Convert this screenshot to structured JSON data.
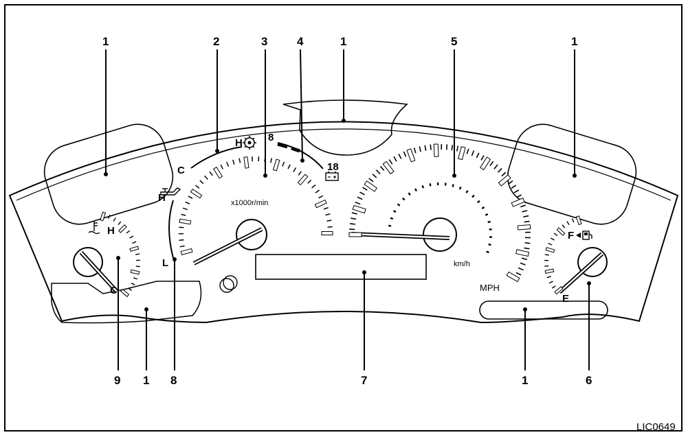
{
  "figure_code": "LIC0649",
  "callouts": {
    "top_left": "1",
    "n2": "2",
    "n3": "3",
    "n4": "4",
    "top_center": "1",
    "n5": "5",
    "top_right": "1",
    "bottom_left": "9",
    "bottom_mid_left": "1",
    "n8": "8",
    "n7": "7",
    "bottom_mid_right": "1",
    "n6": "6"
  },
  "tachometer": {
    "unit": "x1000r/min"
  },
  "speedometer": {
    "unit_kmh": "km/h",
    "unit_mph": "MPH"
  },
  "temperature_gauge": {
    "high": "H",
    "cold": "C"
  },
  "engine_temp_arc": {
    "cold": "C",
    "hot": "H"
  },
  "oil_pressure": {
    "high": "H",
    "low": "L"
  },
  "voltmeter": {
    "low": "8",
    "high": "18"
  },
  "fuel_gauge": {
    "full": "F",
    "empty": "E"
  },
  "icons": [
    "coolant-temperature-icon",
    "oil-can-icon",
    "transmission-gear-icon",
    "battery-icon",
    "fuel-pump-icon"
  ]
}
